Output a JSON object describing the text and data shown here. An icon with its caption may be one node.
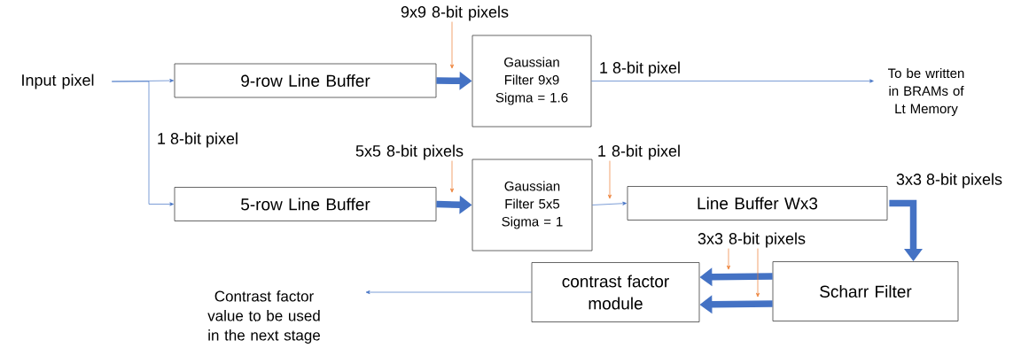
{
  "diagram": {
    "nodes": [
      {
        "text": [
          "Input pixel"
        ]
      },
      {
        "text": [
          "9-row Line Buffer"
        ]
      },
      {
        "text": [
          "Gaussian Filter 9x9 Sigma = 1.6"
        ]
      },
      {
        "text": [
          "To be written in BRAMs of Lt Memory"
        ]
      },
      {
        "text": [
          "5-row Line Buffer"
        ]
      },
      {
        "text": [
          "Gaussian Filter 5x5 Sigma = 1"
        ]
      },
      {
        "text": [
          "Line Buffer Wx3"
        ]
      },
      {
        "text": [
          "Scharr Filter"
        ]
      },
      {
        "text": [
          "contrast factor module"
        ]
      },
      {
        "text": [
          "Contrast factor value to be used in the next stage"
        ]
      },
      {
        "text": [
          "9x9 8-bit pixels"
        ]
      },
      {
        "text": [
          "5x5 8-bit pixels"
        ]
      },
      {
        "text": [
          "1 8-bit pixel"
        ]
      },
      {
        "text": [
          "3x3 8-bit pixels"
        ]
      }
    ],
    "edges": [
      {
        "from": 0,
        "to": 1,
        "arrow": "to"
      },
      {
        "from": 0,
        "to": 4,
        "arrow": "to",
        "label": "1 8-bit pixel"
      },
      {
        "from": 1,
        "to": 2,
        "arrow": "to",
        "style": "thick"
      },
      {
        "from": 2,
        "to": 3,
        "arrow": "to",
        "label": "1 8-bit pixel"
      },
      {
        "from": 4,
        "to": 5,
        "arrow": "to",
        "style": "thick"
      },
      {
        "from": 5,
        "to": 6,
        "arrow": "to"
      },
      {
        "from": 6,
        "to": 7,
        "arrow": "to",
        "style": "thick",
        "label": "3x3 8-bit pixels"
      },
      {
        "from": 7,
        "to": 8,
        "arrow": "to",
        "style": "thick"
      },
      {
        "from": 7,
        "to": 8,
        "arrow": "to",
        "style": "thick"
      },
      {
        "from": 8,
        "to": 9,
        "arrow": "to"
      },
      {
        "from": 10,
        "to": null,
        "arrow": "to",
        "color": "#ed7d31"
      },
      {
        "from": 11,
        "to": null,
        "arrow": "to",
        "color": "#ed7d31"
      },
      {
        "from": 12,
        "to": null,
        "arrow": "to",
        "color": "#ed7d31"
      },
      {
        "from": 13,
        "to": null,
        "arrow": "to",
        "color": "#ed7d31"
      },
      {
        "from": 13,
        "to": null,
        "arrow": "to",
        "color": "#ed7d31"
      }
    ]
  }
}
